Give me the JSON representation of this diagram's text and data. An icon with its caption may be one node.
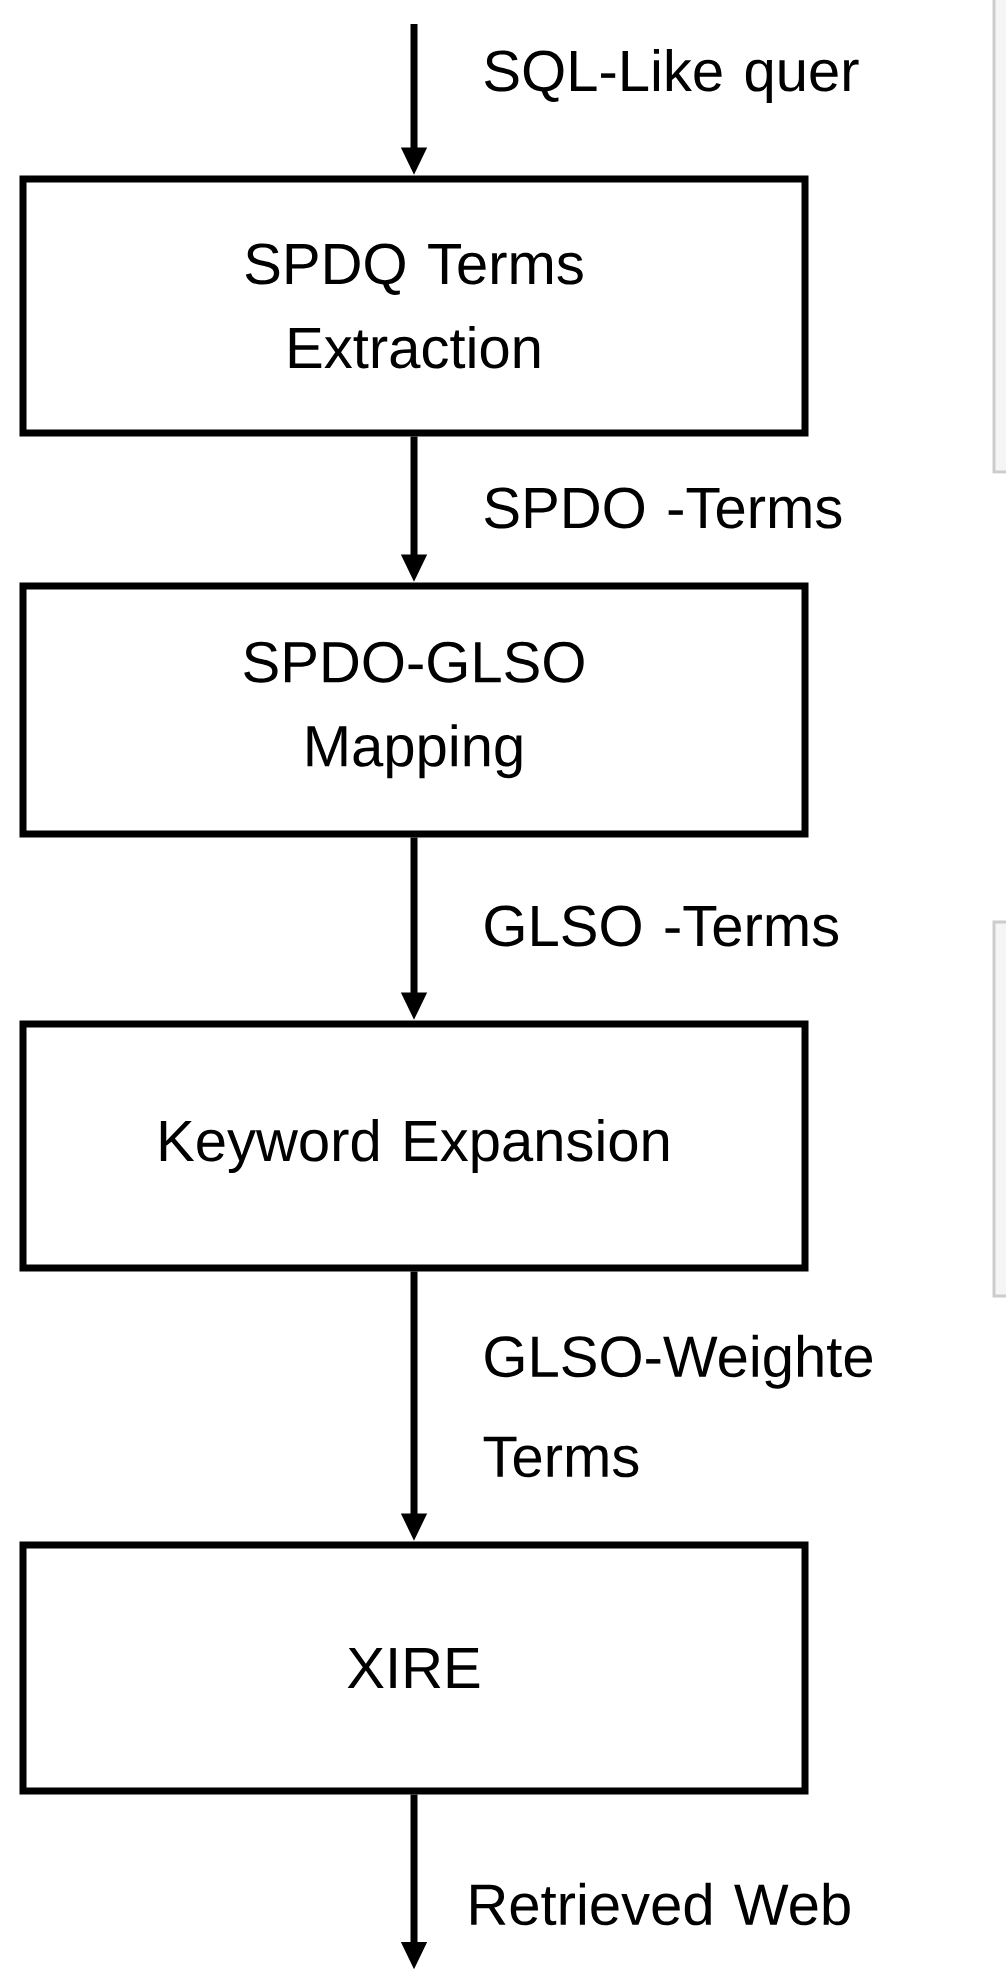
{
  "diagram": {
    "nodes": [
      {
        "text": [
          "SPDQ Terms Extraction"
        ]
      },
      {
        "text": [
          "SPDO-GLSO Mapping"
        ]
      },
      {
        "text": [
          "Keyword Expansion"
        ]
      },
      {
        "text": [
          "XIRE"
        ]
      }
    ],
    "edges": [
      {
        "from": null,
        "to": 0,
        "arrow": "to",
        "label": "SQL-Like quer"
      },
      {
        "from": 0,
        "to": 1,
        "arrow": "to",
        "label": "SPDO -Terms"
      },
      {
        "from": 1,
        "to": 2,
        "arrow": "to",
        "label": "GLSO -Terms"
      },
      {
        "from": 2,
        "to": 3,
        "arrow": "to",
        "label": "GLSO-Weighte Terms"
      },
      {
        "from": 3,
        "to": null,
        "arrow": "to",
        "label": "Retrieved Web"
      }
    ]
  }
}
